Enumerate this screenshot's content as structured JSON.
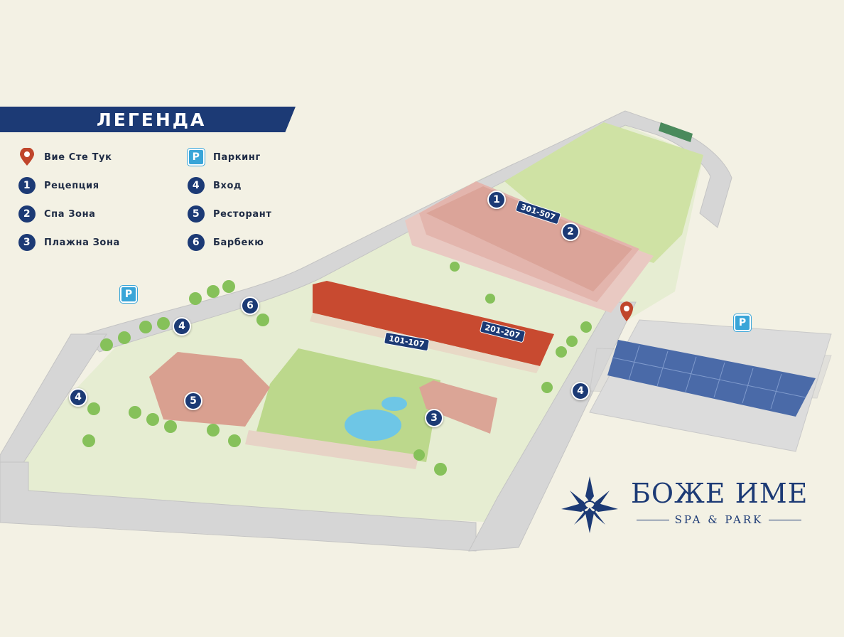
{
  "legend": {
    "title": "ЛЕГЕНДА",
    "items": [
      {
        "symbol": "pin-icon",
        "label": "Вие Сте Тук"
      },
      {
        "symbol": "1",
        "label": "Рецепция"
      },
      {
        "symbol": "2",
        "label": "Спа Зона"
      },
      {
        "symbol": "3",
        "label": "Плажна Зона"
      },
      {
        "symbol": "P",
        "label": "Паркинг"
      },
      {
        "symbol": "4",
        "label": "Вход"
      },
      {
        "symbol": "5",
        "label": "Ресторант"
      },
      {
        "symbol": "6",
        "label": "Барбекю"
      }
    ]
  },
  "map": {
    "markers": {
      "reception": "1",
      "spa": "2",
      "beach": "3",
      "entrance_west": "4",
      "entrance_north": "4",
      "entrance_east": "4",
      "restaurant": "5",
      "barbecue": "6",
      "parking_west": "P",
      "parking_east": "P"
    },
    "room_labels": {
      "block_a": "301-507",
      "block_b": "201-207",
      "block_c": "101-107"
    }
  },
  "logo": {
    "name": "БОЖЕ ИМЕ",
    "subtitle": "SPA & PARK"
  },
  "colors": {
    "brand_navy": "#1c3a75",
    "parking_blue": "#39a5d8",
    "pin_red": "#c0452b",
    "background": "#f3f1e4"
  }
}
